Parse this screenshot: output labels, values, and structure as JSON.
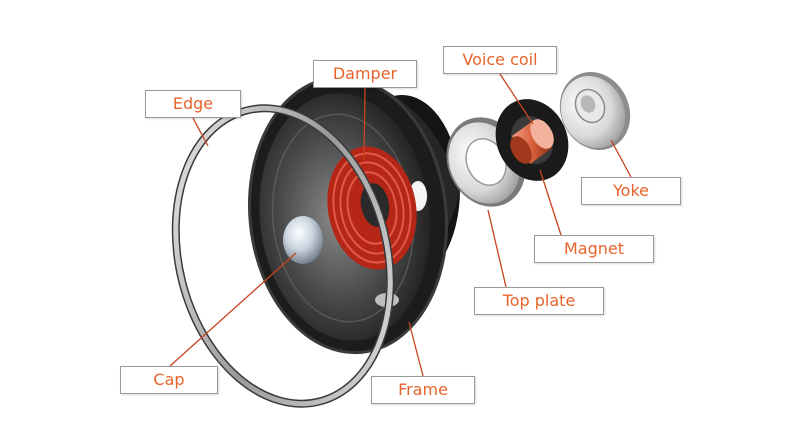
{
  "labels": {
    "edge": "Edge",
    "damper": "Damper",
    "voice_coil": "Voice coil",
    "yoke": "Yoke",
    "magnet": "Magnet",
    "top_plate": "Top plate",
    "cap": "Cap",
    "frame": "Frame"
  },
  "colors": {
    "label_text": "#e8642a",
    "leader_line": "#c8431f",
    "label_border": "#9a9a9a",
    "frame_dark": "#1e1e1e",
    "damper_red": "#c9301f",
    "coil_copper": "#d9603c",
    "metal_light": "#e6e6e6"
  }
}
